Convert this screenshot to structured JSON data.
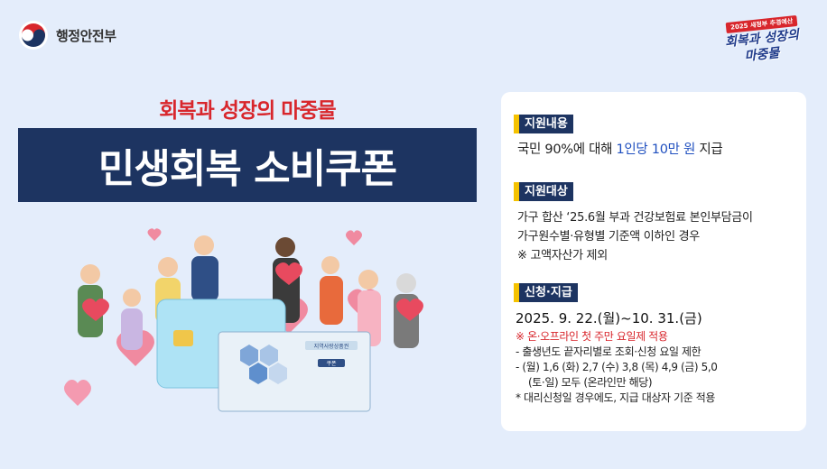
{
  "header": {
    "ministry_name": "행정안전부",
    "emblem_icon": "taegeuk-emblem-icon"
  },
  "badge": {
    "top_text": "2025 새정부 추경예산",
    "title_line1": "회복과 성장의",
    "title_line2": "마중물"
  },
  "hero": {
    "subtitle": "회복과 성장의 마중물",
    "title": "민생회복 소비쿠폰",
    "illustration": {
      "voucher_label": "지역사랑상품권",
      "voucher_stamp": "쿠폰",
      "card_name": "prepaid-card-icon"
    }
  },
  "colors": {
    "background": "#e4edfb",
    "navy": "#1d3461",
    "red": "#d8262c",
    "blue": "#1f4fbf",
    "yellow": "#f5c200"
  },
  "info": {
    "support_content": {
      "label": "지원내용",
      "text_before": "국민 90%에 대해 ",
      "highlight": "1인당 10만 원",
      "text_after": " 지급"
    },
    "support_target": {
      "label": "지원대상",
      "lines": [
        "가구 합산 ‘25.6월 부과 건강보험료 본인부담금이",
        "가구원수별·유형별 기준액 이하인 경우",
        "※ 고액자산가 제외"
      ]
    },
    "apply": {
      "label": "신청·지급",
      "period": "2025. 9. 22.(월)~10. 31.(금)",
      "note_red": "※ 온·오프라인 첫 주만 요일제 적용",
      "notes": [
        "- 출생년도 끝자리별로 조회·신청 요일 제한",
        "- (월) 1,6 (화) 2,7 (수) 3,8 (목) 4,9 (금) 5,0",
        "(토·일) 모두 (온라인만 해당)",
        "* 대리신청일 경우에도, 지급 대상자 기준 적용"
      ]
    }
  }
}
